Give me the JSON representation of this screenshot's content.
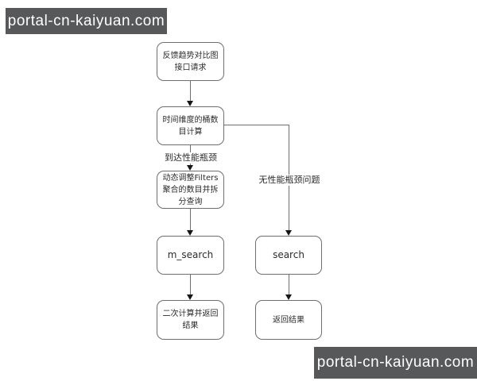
{
  "watermarks": {
    "top_left": "portal-cn-kaiyuan.com",
    "bottom_right": "portal-cn-kaiyuan.com"
  },
  "flowchart": {
    "nodes": {
      "feedback_request": "反馈趋势对比图接口请求",
      "bucket_count": "时间维度的桶数目计算",
      "adjust_filters": "动态调整Filters聚合的数目并拆分查询",
      "m_search": "m_search",
      "secondary_compute": "二次计算并返回结果",
      "search": "search",
      "return_result": "返回结果"
    },
    "edge_labels": {
      "reached_bottleneck": "到达性能瓶颈",
      "no_bottleneck": "无性能瓶颈问题"
    },
    "colors": {
      "node_border": "#6f6f6f",
      "connector": "#6f6f6f",
      "arrowhead": "#161616",
      "node_text": "#2b2b2b",
      "watermark_bg": "#57585a",
      "watermark_text": "#ffffff",
      "canvas_bg": "#ffffff"
    }
  }
}
